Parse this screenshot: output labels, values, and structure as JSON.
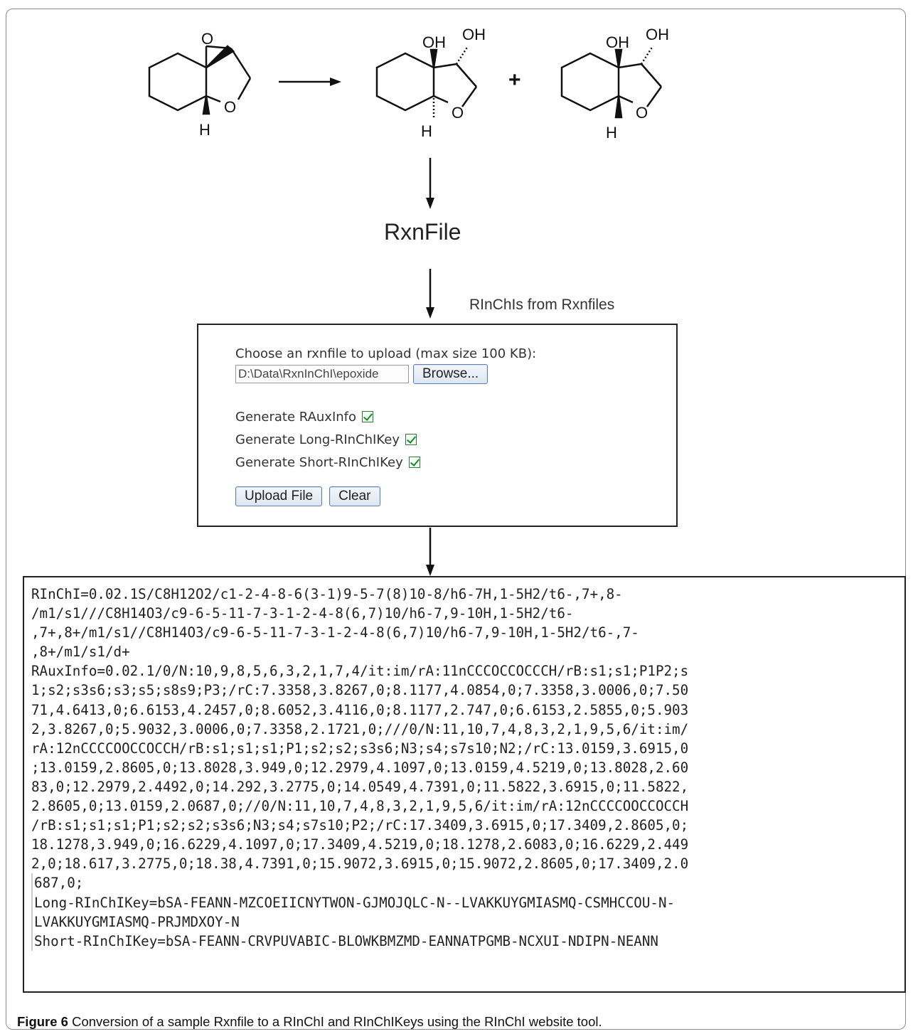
{
  "scheme": {
    "reactant": {
      "o_label": "O",
      "ring_o_label": "O",
      "h_label": "H"
    },
    "product1": {
      "oh1": "OH",
      "oh2": "OH",
      "ring_o_label": "O",
      "h_label": "H"
    },
    "plus": "+",
    "product2": {
      "oh1": "OH",
      "oh2": "OH",
      "ring_o_label": "O",
      "h_label": "H"
    }
  },
  "rxnfile_label": "RxnFile",
  "tool": {
    "title": "RInChIs from Rxnfiles",
    "choose_label": "Choose an rxnfile to upload (max size 100 KB):",
    "file_value": "D:\\Data\\RxnInChI\\epoxide",
    "browse_label": "Browse...",
    "options": [
      {
        "label": "Generate RAuxInfo",
        "checked": true
      },
      {
        "label": "Generate Long-RInChIKey",
        "checked": true
      },
      {
        "label": "Generate Short-RInChIKey",
        "checked": true
      }
    ],
    "upload_label": "Upload File",
    "clear_label": "Clear"
  },
  "result_lines": [
    "RInChI=0.02.1S/C8H12O2/c1-2-4-8-6(3-1)9-5-7(8)10-8/h6-7H,1-5H2/t6-,7+,8-",
    "/m1/s1///C8H14O3/c9-6-5-11-7-3-1-2-4-8(6,7)10/h6-7,9-10H,1-5H2/t6-",
    ",7+,8+/m1/s1//C8H14O3/c9-6-5-11-7-3-1-2-4-8(6,7)10/h6-7,9-10H,1-5H2/t6-,7-",
    ",8+/m1/s1/d+",
    "RAuxInfo=0.02.1/0/N:10,9,8,5,6,3,2,1,7,4/it:im/rA:11nCCCOCCOCCCH/rB:s1;s1;P1P2;s",
    "1;s2;s3s6;s3;s5;s8s9;P3;/rC:7.3358,3.8267,0;8.1177,4.0854,0;7.3358,3.0006,0;7.50",
    "71,4.6413,0;6.6153,4.2457,0;8.6052,3.4116,0;8.1177,2.747,0;6.6153,2.5855,0;5.903",
    "2,3.8267,0;5.9032,3.0006,0;7.3358,2.1721,0;///0/N:11,10,7,4,8,3,2,1,9,5,6/it:im/",
    "rA:12nCCCCOOCCOCCH/rB:s1;s1;s1;P1;s2;s2;s3s6;N3;s4;s7s10;N2;/rC:13.0159,3.6915,0",
    ";13.0159,2.8605,0;13.8028,3.949,0;12.2979,4.1097,0;13.0159,4.5219,0;13.8028,2.60",
    "83,0;12.2979,2.4492,0;14.292,3.2775,0;14.0549,4.7391,0;11.5822,3.6915,0;11.5822,",
    "2.8605,0;13.0159,2.0687,0;//0/N:11,10,7,4,8,3,2,1,9,5,6/it:im/rA:12nCCCCOOCCOCCH",
    "/rB:s1;s1;s1;P1;s2;s2;s3s6;N3;s4;s7s10;P2;/rC:17.3409,3.6915,0;17.3409,2.8605,0;",
    "18.1278,3.949,0;16.6229,4.1097,0;17.3409,4.5219,0;18.1278,2.6083,0;16.6229,2.449",
    "2,0;18.617,3.2775,0;18.38,4.7391,0;15.9072,3.6915,0;15.9072,2.8605,0;17.3409,2.0",
    "687,0;",
    "Long-RInChIKey=bSA-FEANN-MZCOEIICNYTWON-GJMOJQLC-N--LVAKKUYGMIASMQ-CSMHCCOU-N-",
    "LVAKKUYGMIASMQ-PRJMDXOY-N",
    "Short-RInChIKey=bSA-FEANN-CRVPUVABIC-BLOWKBMZMD-EANNATPGMB-NCXUI-NDIPN-NEANN"
  ],
  "caption": {
    "label": "Figure 6",
    "text": " Conversion of a sample Rxnfile to a RInChI and RInChIKeys using the RInChI website tool."
  }
}
